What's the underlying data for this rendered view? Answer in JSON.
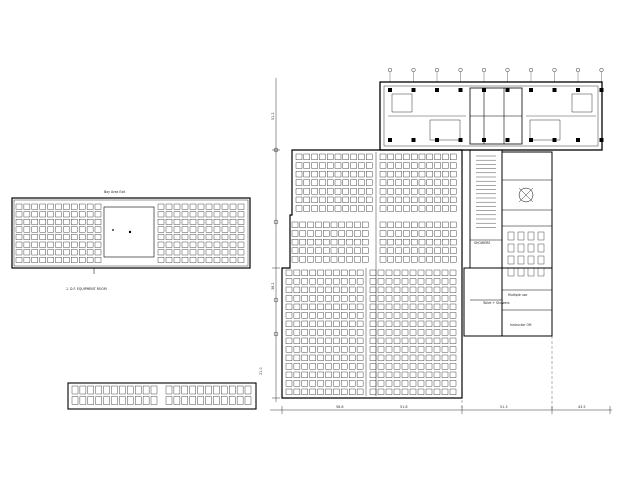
{
  "drawing": {
    "line_color": "#000000",
    "paper_color": "#ffffff",
    "annex_label": "Bay Area Exit",
    "annex_note": "1. D.F.\nEQUIPMENT ROOM",
    "room_labels": [
      "SHOWERS",
      "Multiple use",
      "Toilet + Showers",
      "Instructor Off."
    ],
    "bottom_dimensions": [
      "58.8",
      "51.8",
      "51.3",
      "43.5"
    ],
    "left_dimensions": [
      "51.2",
      "38.2",
      "21.0"
    ]
  }
}
